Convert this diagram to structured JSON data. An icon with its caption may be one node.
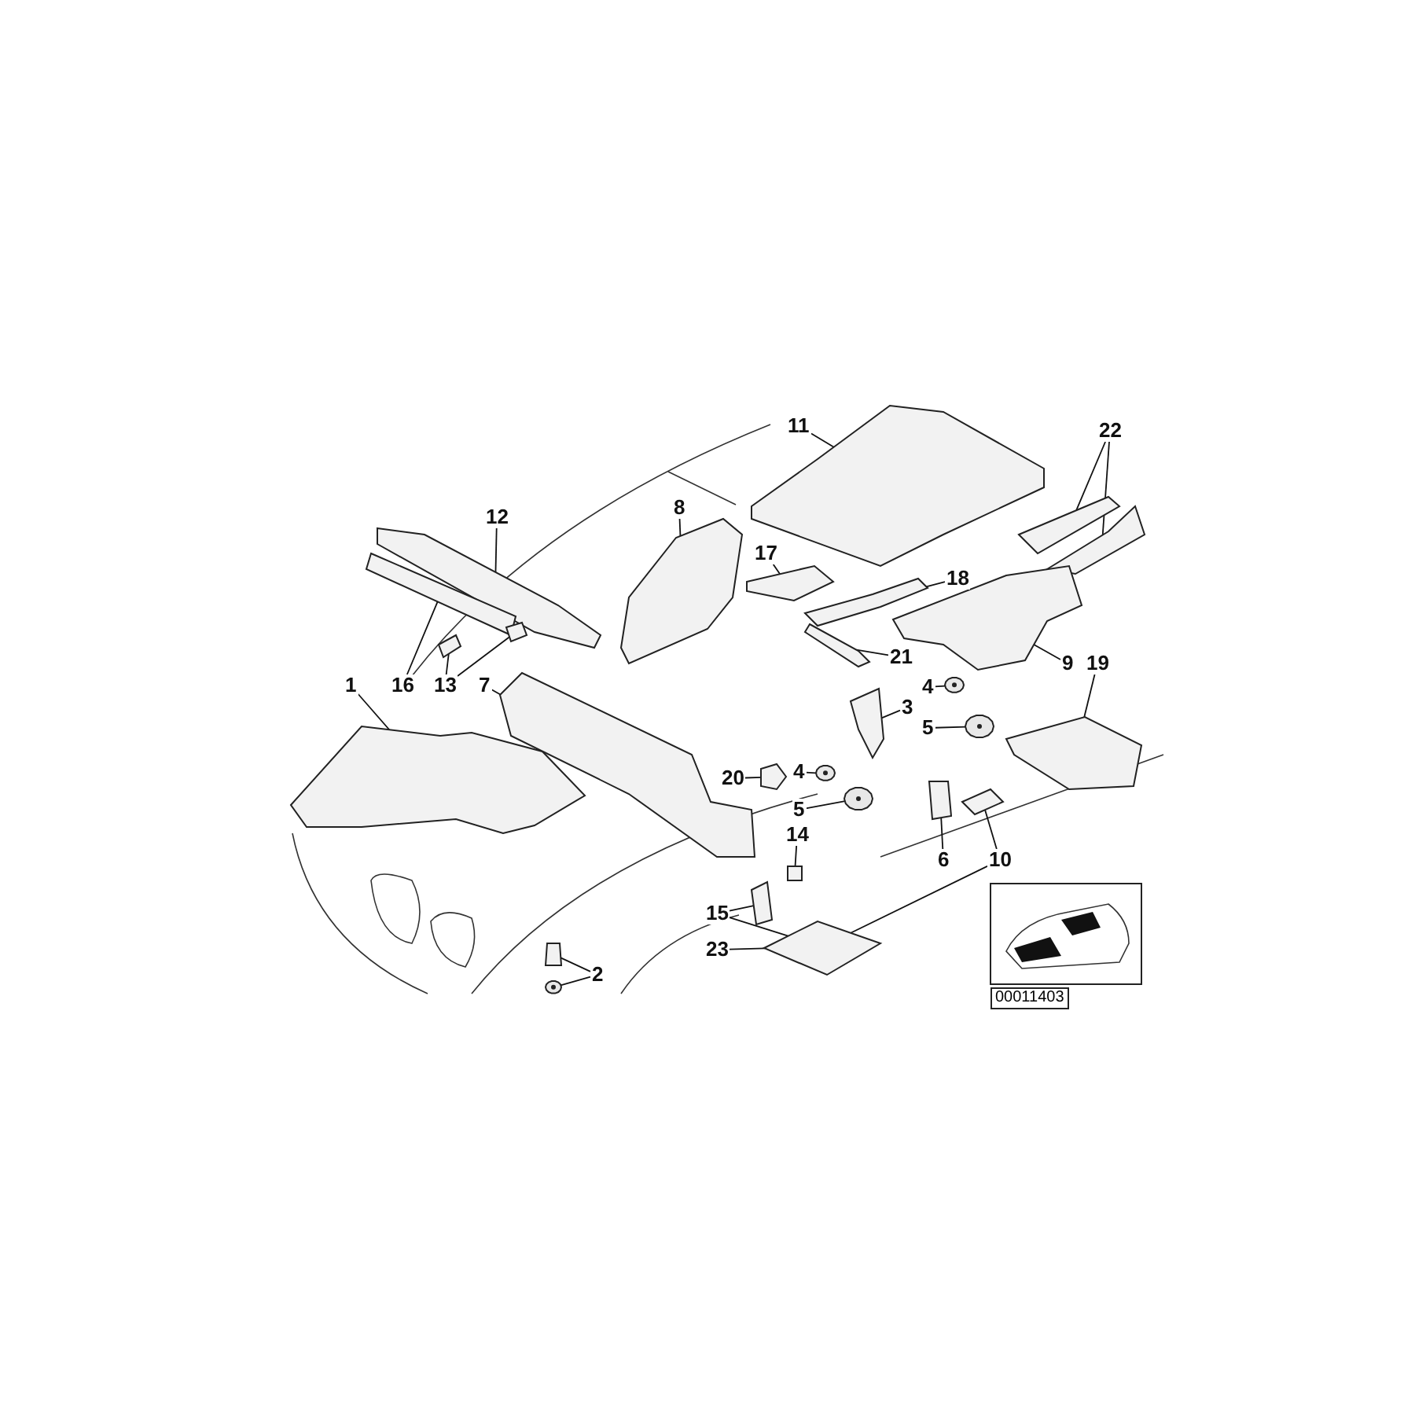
{
  "diagram": {
    "nodes": [
      {
        "text": [
          "11"
        ]
      },
      {
        "text": [
          "22"
        ]
      },
      {
        "text": [
          "8"
        ]
      },
      {
        "text": [
          "12"
        ]
      },
      {
        "text": [
          "17"
        ]
      },
      {
        "text": [
          "18"
        ]
      },
      {
        "text": [
          "21"
        ]
      },
      {
        "text": [
          "9"
        ]
      },
      {
        "text": [
          "19"
        ]
      },
      {
        "text": [
          "1"
        ]
      },
      {
        "text": [
          "16"
        ]
      },
      {
        "text": [
          "13"
        ]
      },
      {
        "text": [
          "7"
        ]
      },
      {
        "text": [
          "4"
        ]
      },
      {
        "text": [
          "3"
        ]
      },
      {
        "text": [
          "5"
        ]
      },
      {
        "text": [
          "20"
        ]
      },
      {
        "text": [
          "4"
        ]
      },
      {
        "text": [
          "5"
        ]
      },
      {
        "text": [
          "6"
        ]
      },
      {
        "text": [
          "10"
        ]
      },
      {
        "text": [
          "14"
        ]
      },
      {
        "text": [
          "15"
        ]
      },
      {
        "text": [
          "23"
        ]
      },
      {
        "text": [
          "2"
        ]
      },
      {
        "text": [],
        "shape": "picture"
      },
      {
        "text": [],
        "shape": "picture"
      },
      {
        "text": [],
        "shape": "picture"
      },
      {
        "text": [],
        "shape": "picture"
      },
      {
        "text": [],
        "shape": "picture"
      },
      {
        "text": [],
        "shape": "box"
      },
      {
        "text": [],
        "shape": "picture"
      },
      {
        "text": [],
        "shape": "picture"
      },
      {
        "text": [],
        "shape": "picture"
      },
      {
        "text": [],
        "shape": "picture"
      },
      {
        "text": [],
        "shape": "picture"
      },
      {
        "text": [],
        "shape": "picture"
      },
      {
        "text": [],
        "shape": "picture"
      },
      {
        "text": [],
        "shape": "picture"
      },
      {
        "text": [],
        "shape": "picture"
      },
      {
        "text": [],
        "shape": "picture"
      },
      {
        "text": [],
        "shape": "picture"
      },
      {
        "text": [],
        "shape": "circle"
      },
      {
        "text": [],
        "shape": "circle"
      },
      {
        "text": [],
        "shape": "circle"
      },
      {
        "text": [],
        "shape": "circle"
      },
      {
        "text": [],
        "shape": "box"
      },
      {
        "text": [],
        "shape": "picture"
      },
      {
        "text": [],
        "shape": "box"
      },
      {
        "text": [],
        "shape": "picture"
      },
      {
        "text": [],
        "shape": "picture"
      },
      {
        "text": [],
        "shape": "box"
      },
      {
        "text": [],
        "shape": "circle"
      }
    ],
    "edges": [
      {
        "from": 0,
        "to": 25,
        "arrow": "none"
      },
      {
        "from": 1,
        "to": 26,
        "arrow": "none"
      },
      {
        "from": 1,
        "to": 27,
        "arrow": "none"
      },
      {
        "from": 2,
        "to": 28,
        "arrow": "none"
      },
      {
        "from": 3,
        "to": 29,
        "arrow": "none"
      },
      {
        "from": 4,
        "to": 33,
        "arrow": "none"
      },
      {
        "from": 5,
        "to": 34,
        "arrow": "none"
      },
      {
        "from": 6,
        "to": 35,
        "arrow": "none"
      },
      {
        "from": 7,
        "to": 37,
        "arrow": "none"
      },
      {
        "from": 8,
        "to": 38,
        "arrow": "none"
      },
      {
        "from": 9,
        "to": 39,
        "arrow": "none"
      },
      {
        "from": 10,
        "to": 30,
        "arrow": "none"
      },
      {
        "from": 11,
        "to": 31,
        "arrow": "none"
      },
      {
        "from": 11,
        "to": 32,
        "arrow": "none"
      },
      {
        "from": 12,
        "to": 40,
        "arrow": "none"
      },
      {
        "from": 13,
        "to": 42,
        "arrow": "none"
      },
      {
        "from": 14,
        "to": 36,
        "arrow": "none"
      },
      {
        "from": 15,
        "to": 43,
        "arrow": "none"
      },
      {
        "from": 16,
        "to": 41,
        "arrow": "none"
      },
      {
        "from": 17,
        "to": 44,
        "arrow": "none"
      },
      {
        "from": 18,
        "to": 45,
        "arrow": "none"
      },
      {
        "from": 19,
        "to": 46,
        "arrow": "none"
      },
      {
        "from": 20,
        "to": 47,
        "arrow": "none"
      },
      {
        "from": 20,
        "to": 50,
        "arrow": "none"
      },
      {
        "from": 21,
        "to": 48,
        "arrow": "none"
      },
      {
        "from": 22,
        "to": 49,
        "arrow": "none"
      },
      {
        "from": 22,
        "to": 50,
        "arrow": "none"
      },
      {
        "from": 23,
        "to": 50,
        "arrow": "none"
      },
      {
        "from": 24,
        "to": 51,
        "arrow": "none"
      },
      {
        "from": 24,
        "to": 52,
        "arrow": "none"
      }
    ],
    "labels": [
      "00011403"
    ]
  }
}
